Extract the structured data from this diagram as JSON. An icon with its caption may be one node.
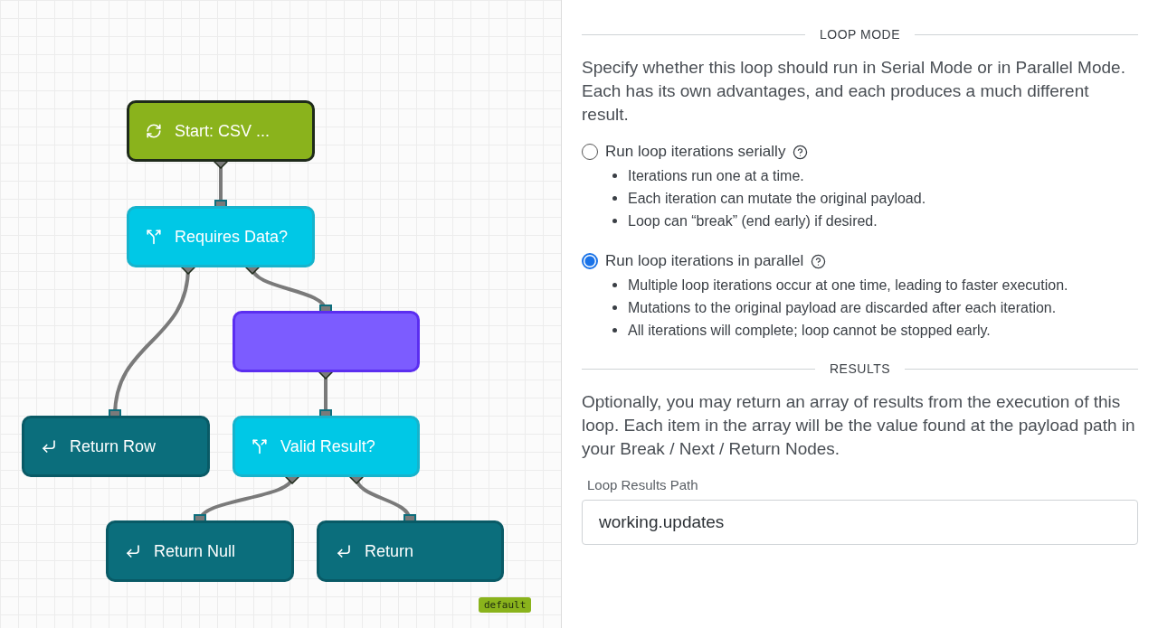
{
  "diagram": {
    "nodes": [
      {
        "text": [
          "Start: CSV ..."
        ]
      },
      {
        "text": [
          "Requires Data?"
        ]
      },
      {
        "text": [],
        "shape": "box"
      },
      {
        "text": [
          "Return Row"
        ]
      },
      {
        "text": [
          "Valid Result?"
        ]
      },
      {
        "text": [
          "Return Null"
        ]
      },
      {
        "text": [
          "Return"
        ]
      }
    ],
    "edges": [
      {
        "from": 0,
        "to": 1,
        "arrow": "other"
      },
      {
        "from": 1,
        "to": 3,
        "arrow": "other"
      },
      {
        "from": 1,
        "to": 2,
        "arrow": "other"
      },
      {
        "from": 2,
        "to": 4,
        "arrow": "other"
      },
      {
        "from": 4,
        "to": 5,
        "arrow": "other"
      },
      {
        "from": 4,
        "to": 6,
        "arrow": "other"
      }
    ],
    "labels": [
      "LOOP MODE",
      "Specify whether this loop should run in Serial Mode or in Parallel Mode. Each has its own advantages, and each produces a much different result.",
      "Run loop iterations serially",
      "Iterations run one at a time.",
      "Each iteration can mutate the original payload.",
      "Loop can “break” (end early) if desired.",
      "Run loop iterations in parallel",
      "Multiple loop iterations occur at one time, leading to faster execution.",
      "Mutations to the original payload are discarded after each iteration.",
      "All iterations will complete; loop cannot be stopped early.",
      "RESULTS",
      "Optionally, you may return an array of results from the execution of this loop. Each item in the array will be the value found at the payload path in your Break / Next / Return Nodes.",
      "Loop Results Path",
      "working.updates",
      "default"
    ]
  }
}
